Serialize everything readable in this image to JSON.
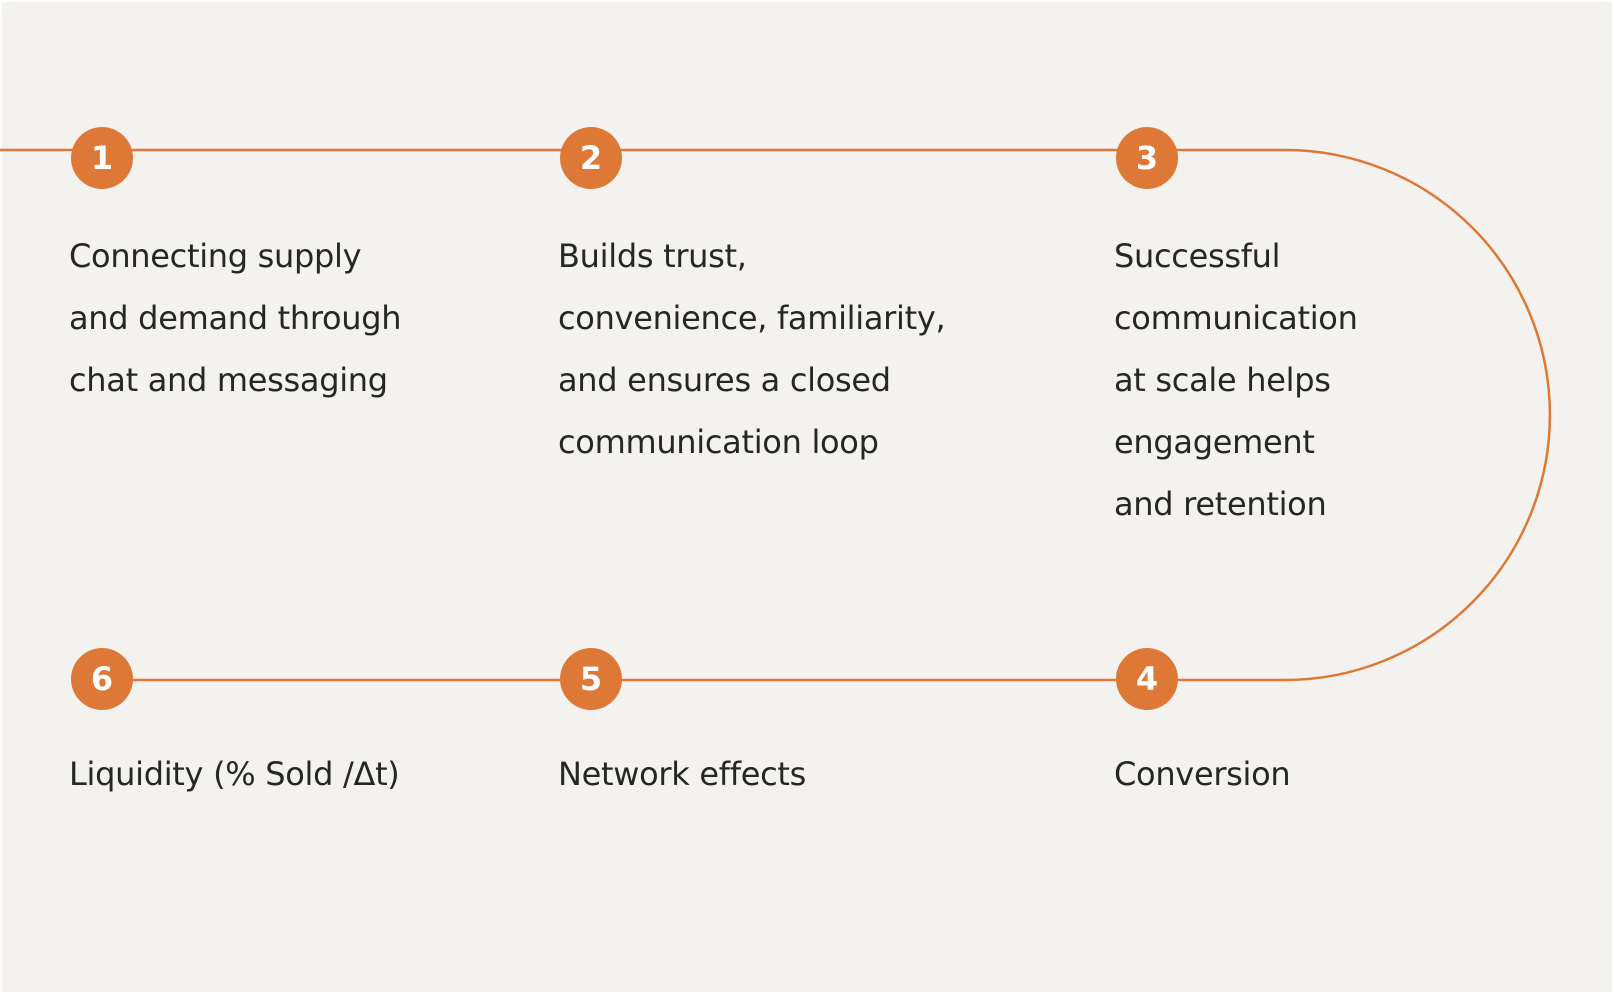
{
  "colors": {
    "accent": "#de7837",
    "background": "#f4f2ef",
    "text": "#262626"
  },
  "steps": [
    {
      "number": "1",
      "lines": [
        "Connecting supply",
        "and demand through",
        "chat and messaging"
      ]
    },
    {
      "number": "2",
      "lines": [
        "Builds trust,",
        "convenience, familiarity,",
        "and ensures a closed",
        "communication loop"
      ]
    },
    {
      "number": "3",
      "lines": [
        "Successful",
        "communication",
        "at scale helps",
        "engagement",
        "and retention"
      ]
    },
    {
      "number": "4",
      "lines": [
        "Conversion"
      ]
    },
    {
      "number": "5",
      "lines": [
        "Network effects"
      ]
    },
    {
      "number": "6",
      "lines": [
        "Liquidity (% Sold /Δt)"
      ]
    }
  ]
}
